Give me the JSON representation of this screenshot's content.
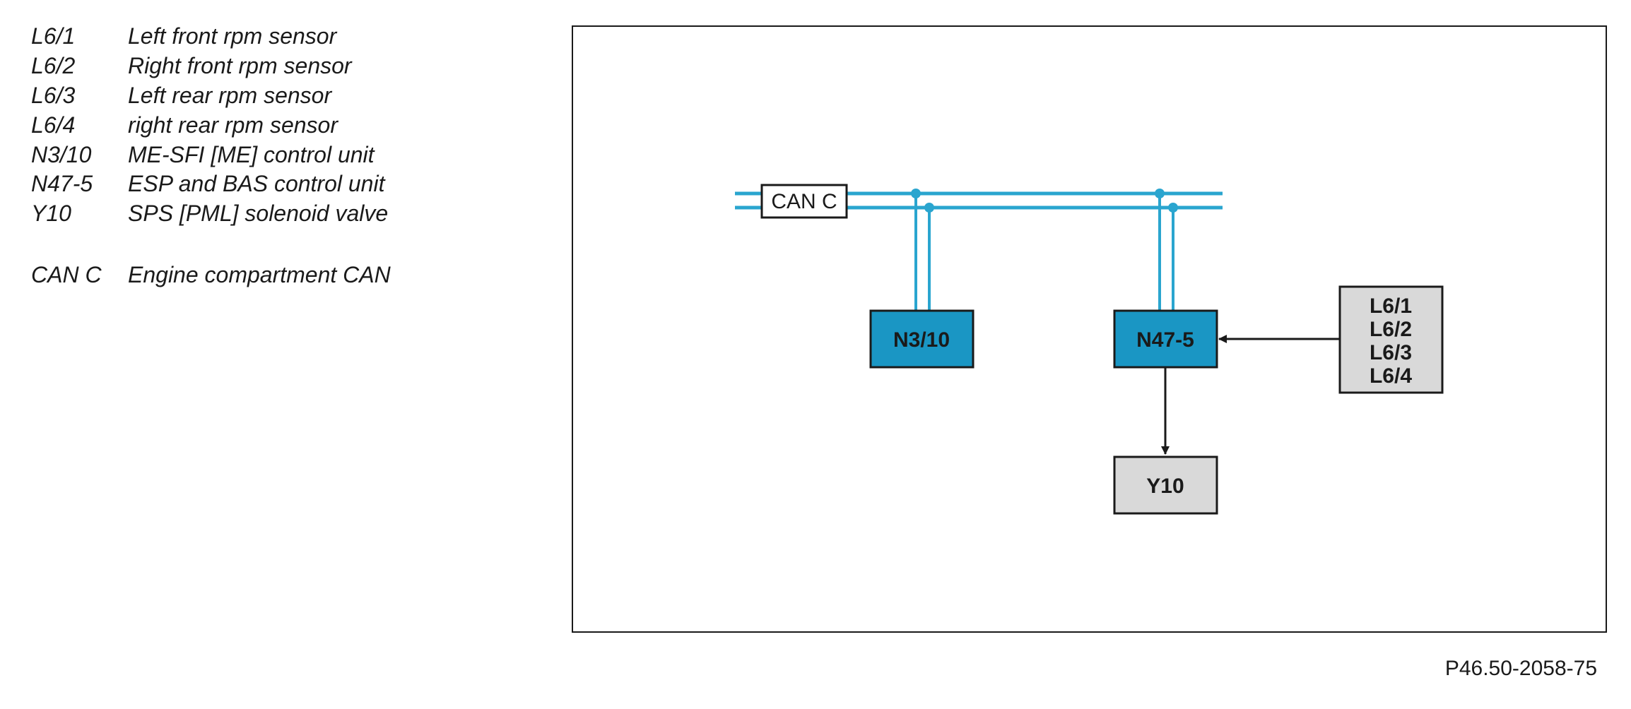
{
  "legend": {
    "items": [
      {
        "code": "L6/1",
        "description": "Left front rpm sensor"
      },
      {
        "code": "L6/2",
        "description": "Right front rpm sensor"
      },
      {
        "code": "L6/3",
        "description": "Left rear rpm sensor"
      },
      {
        "code": "L6/4",
        "description": "right rear rpm sensor"
      },
      {
        "code": "N3/10",
        "description": "ME-SFI [ME] control unit"
      },
      {
        "code": "N47-5",
        "description": "ESP and BAS control unit"
      },
      {
        "code": "Y10",
        "description": "SPS [PML] solenoid valve"
      }
    ],
    "bus": {
      "code": "CAN C",
      "description": "Engine compartment CAN"
    }
  },
  "diagram": {
    "bus_label": "CAN C",
    "control_units": {
      "engine": "N3/10",
      "esp": "N47-5"
    },
    "sensor_group": [
      "L6/1",
      "L6/2",
      "L6/3",
      "L6/4"
    ],
    "valve": "Y10"
  },
  "colors": {
    "bus_line": "#2aa5cf",
    "control_unit_fill": "#1a96c4",
    "component_fill": "#d9d9d9",
    "outline": "#1a1a1a"
  },
  "reference_code": "P46.50-2058-75"
}
